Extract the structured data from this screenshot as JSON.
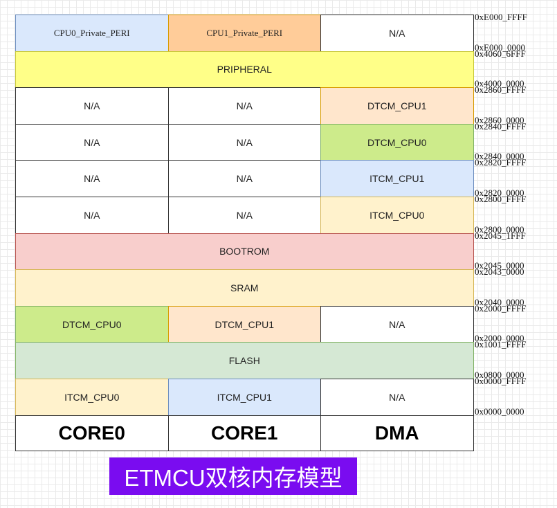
{
  "colors": {
    "white": "#ffffff",
    "light_blue": "#dae8fc",
    "peach": "#ffcc99",
    "yellow": "#ffff88",
    "light_peach": "#ffe6cc",
    "green": "#cdeb8b",
    "light_yellow": "#fff2cc",
    "pink": "#f8cecc",
    "light_green": "#d5e8d4",
    "title_bg": "#7a0cf0"
  },
  "rows": [
    {
      "cells": [
        {
          "label": "CPU0_Private_PERI",
          "color": "light_blue",
          "span": 1,
          "font": "serif"
        },
        {
          "label": "CPU1_Private_PERI",
          "color": "peach",
          "span": 1,
          "font": "serif"
        },
        {
          "label": "N/A",
          "color": "white",
          "span": 1
        }
      ],
      "addr_high": "0xE000_FFFF",
      "addr_low": "0xE000_0000"
    },
    {
      "cells": [
        {
          "label": "PRIPHERAL",
          "color": "yellow",
          "span": 3
        }
      ],
      "addr_high": "0x4060_6FFF",
      "addr_low": "0x4000_0000"
    },
    {
      "cells": [
        {
          "label": "N/A",
          "color": "white",
          "span": 1
        },
        {
          "label": "N/A",
          "color": "white",
          "span": 1
        },
        {
          "label": "DTCM_CPU1",
          "color": "light_peach",
          "span": 1
        }
      ],
      "addr_high": "0x2860_FFFF",
      "addr_low": "0x2860_0000"
    },
    {
      "cells": [
        {
          "label": "N/A",
          "color": "white",
          "span": 1
        },
        {
          "label": "N/A",
          "color": "white",
          "span": 1
        },
        {
          "label": "DTCM_CPU0",
          "color": "green",
          "span": 1
        }
      ],
      "addr_high": "0x2840_FFFF",
      "addr_low": "0x2840_0000"
    },
    {
      "cells": [
        {
          "label": "N/A",
          "color": "white",
          "span": 1
        },
        {
          "label": "N/A",
          "color": "white",
          "span": 1
        },
        {
          "label": "ITCM_CPU1",
          "color": "light_blue",
          "span": 1
        }
      ],
      "addr_high": "0x2820_FFFF",
      "addr_low": "0x2820_0000"
    },
    {
      "cells": [
        {
          "label": "N/A",
          "color": "white",
          "span": 1
        },
        {
          "label": "N/A",
          "color": "white",
          "span": 1
        },
        {
          "label": "ITCM_CPU0",
          "color": "light_yellow",
          "span": 1
        }
      ],
      "addr_high": "0x2800_FFFF",
      "addr_low": "0x2800_0000"
    },
    {
      "cells": [
        {
          "label": "BOOTROM",
          "color": "pink",
          "span": 3
        }
      ],
      "addr_high": "0x2045_1FFF",
      "addr_low": "0x2045_0000"
    },
    {
      "cells": [
        {
          "label": "SRAM",
          "color": "light_yellow",
          "span": 3
        }
      ],
      "addr_high": "0x2043_0000",
      "addr_low": "0x2040_0000"
    },
    {
      "cells": [
        {
          "label": "DTCM_CPU0",
          "color": "green",
          "span": 1
        },
        {
          "label": "DTCM_CPU1",
          "color": "light_peach",
          "span": 1
        },
        {
          "label": "N/A",
          "color": "white",
          "span": 1
        }
      ],
      "addr_high": "0x2000_FFFF",
      "addr_low": "0x2000_0000"
    },
    {
      "cells": [
        {
          "label": "FLASH",
          "color": "light_green",
          "span": 3
        }
      ],
      "addr_high": "0x1001_FFFF",
      "addr_low": "0x0800_0000"
    },
    {
      "cells": [
        {
          "label": "ITCM_CPU0",
          "color": "light_yellow",
          "span": 1
        },
        {
          "label": "ITCM_CPU1",
          "color": "light_blue",
          "span": 1
        },
        {
          "label": "N/A",
          "color": "white",
          "span": 1
        }
      ],
      "addr_high": "0x0000_FFFF",
      "addr_low": "0x0000_0000"
    }
  ],
  "columns": [
    "CORE0",
    "CORE1",
    "DMA"
  ],
  "title": "ETMCU双核内存模型"
}
